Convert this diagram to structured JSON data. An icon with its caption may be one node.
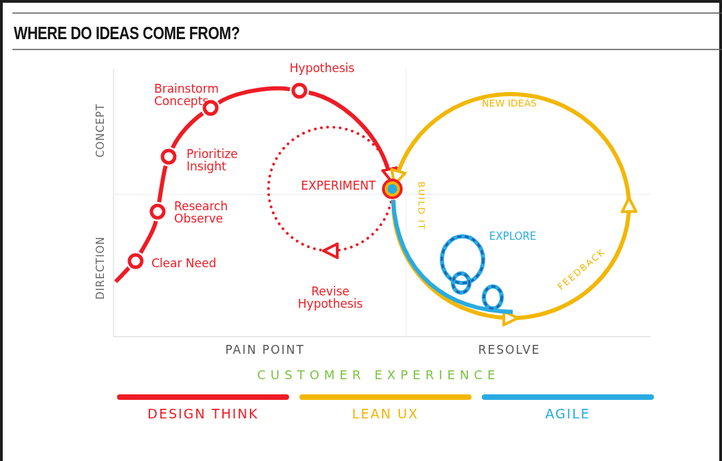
{
  "diagram": {
    "title": "WHERE DO IDEAS COME FROM?",
    "nodes": [
      {
        "text": [],
        "shape": "circle",
        "beside": [
          "Clear Need"
        ]
      },
      {
        "text": [],
        "shape": "circle",
        "beside": [
          "Research Observe"
        ]
      },
      {
        "text": [],
        "shape": "circle",
        "beside": [
          "Prioritize Insight"
        ]
      },
      {
        "text": [],
        "shape": "circle",
        "beside": [
          "Brainstorm Concepts"
        ]
      },
      {
        "text": [],
        "shape": "circle",
        "beside": [
          "Hypothesis"
        ]
      },
      {
        "text": [],
        "shape": "circle",
        "beside": [
          "EXPERIMENT"
        ]
      }
    ],
    "edges": [
      {
        "from": null,
        "to": 0,
        "arrow": "none"
      },
      {
        "from": 0,
        "to": 1,
        "arrow": "none"
      },
      {
        "from": 1,
        "to": 2,
        "arrow": "none"
      },
      {
        "from": 2,
        "to": 3,
        "arrow": "none"
      },
      {
        "from": 3,
        "to": 4,
        "arrow": "none"
      },
      {
        "from": 4,
        "to": 5,
        "arrow": "none"
      },
      {
        "from": 5,
        "to": 5,
        "arrow": "to",
        "style": "dashed",
        "label": "Revise Hypothesis"
      },
      {
        "from": 5,
        "to": 5,
        "arrow": "to",
        "color": "#f2b705"
      },
      {
        "from": 5,
        "to": null,
        "arrow": "none",
        "color": "#29abe2"
      }
    ],
    "labels": [
      "CONCEPT",
      "DIRECTION",
      "NEW IDEAS",
      "BUILD IT",
      "EXPLORE",
      "FEEDBACK",
      "PAIN POINT",
      "RESOLVE",
      "CUSTOMER EXPERIENCE"
    ],
    "legend": [
      {
        "text": "DESIGN THINK",
        "color": "#ee1c25"
      },
      {
        "text": "LEAN UX",
        "color": "#f2b705"
      },
      {
        "text": "AGILE",
        "color": "#29abe2"
      }
    ]
  }
}
